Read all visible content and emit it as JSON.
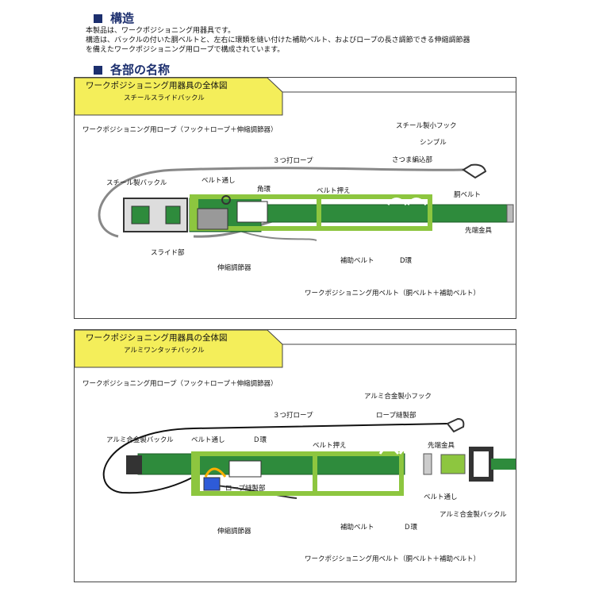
{
  "section1": {
    "title": "構造",
    "lines": [
      "本製品は、ワークポジショニング用器具です。",
      "構造は、バックルの付いた胴ベルトと、左右に環類を縫い付けた補助ベルト、およびロープの長さ調節できる伸縮調節器",
      "を備えたワークポジショニング用ロープで構成されています。"
    ]
  },
  "section2": {
    "title": "各部の名称"
  },
  "colors": {
    "belt": "#2e8b3c",
    "belt_dark": "#1d5e27",
    "aux": "#8dc63f",
    "tab": "#f4ee5a",
    "heading": "#1c2f6e"
  },
  "diagram1": {
    "title": "ワークポジショニング用器具の全体図",
    "subtitle": "スチールスライドバックル",
    "labels": {
      "rope": "ワークポジショニング用ロープ（フック＋ロープ＋伸縮調節器）",
      "hook": "スチール製小フック",
      "thimble": "シンブル",
      "splice": "さつま編込部",
      "triple_rope": "３つ打ロープ",
      "buckle": "スチール製バックル",
      "belt_loop": "ベルト通し",
      "square_ring": "角環",
      "belt_keeper": "ベルト押え",
      "waist_belt": "胴ベルト",
      "tip": "先端金具",
      "slide": "スライド部",
      "adjuster": "伸縮調節器",
      "aux_belt": "補助ベルト",
      "d_ring": "D環",
      "wp_belt": "ワークポジショニング用ベルト（胴ベルト＋補助ベルト）"
    }
  },
  "diagram2": {
    "title": "ワークポジショニング用器具の全体図",
    "subtitle": "アルミワンタッチバックル",
    "labels": {
      "rope": "ワークポジショニング用ロープ（フック＋ロープ＋伸縮調節器）",
      "hook": "アルミ合金製小フック",
      "rope_sewn": "ロープ縫製部",
      "triple_rope": "３つ打ロープ",
      "buckle": "アルミ合金製バックル",
      "belt_loop": "ベルト通し",
      "d_ring_top": "Ｄ環",
      "belt_keeper": "ベルト押え",
      "tip": "先端金具",
      "rope_sewn2": "ロープ縫製部",
      "belt_loop2": "ベルト通し",
      "buckle2": "アルミ合金製バックル",
      "adjuster": "伸縮調節器",
      "aux_belt": "補助ベルト",
      "d_ring": "Ｄ環",
      "wp_belt": "ワークポジショニング用ベルト（胴ベルト＋補助ベルト）"
    }
  }
}
